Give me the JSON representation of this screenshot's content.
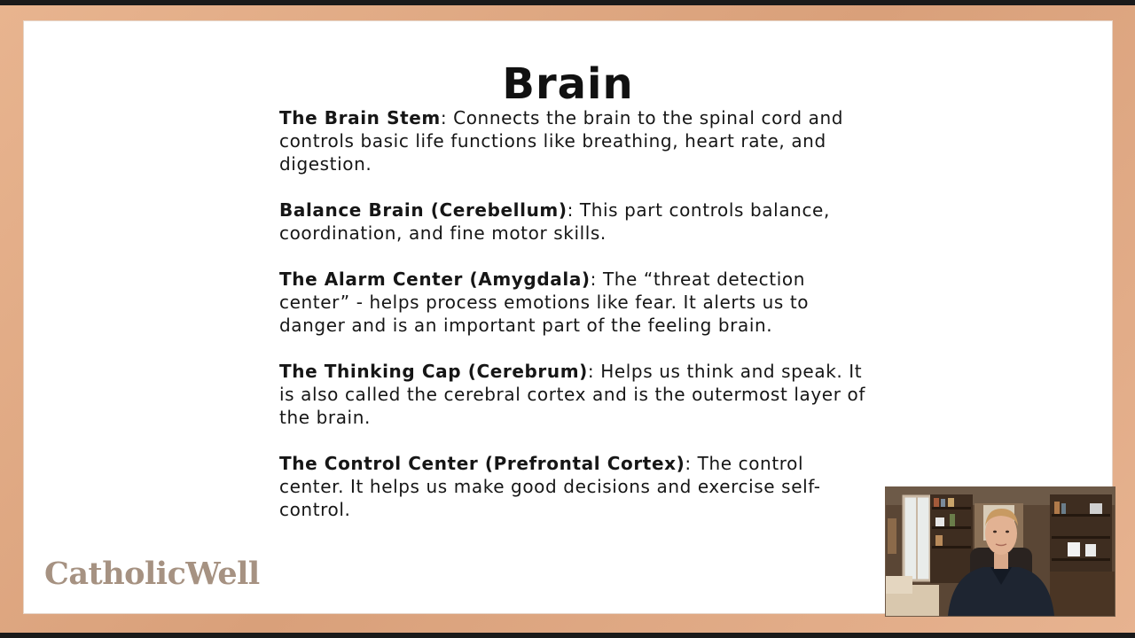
{
  "slide": {
    "title": "Brain",
    "items": [
      {
        "term": "The Brain Stem",
        "description": ": Connects the brain to the spinal cord and controls basic life functions like breathing, heart rate, and digestion."
      },
      {
        "term": "Balance Brain (Cerebellum)",
        "description": ": This part controls balance, coordination, and fine motor skills."
      },
      {
        "term": "The Alarm Center (Amygdala)",
        "description": ": The “threat detection center” - helps process emotions like fear. It alerts us to danger and is an important part of the feeling brain."
      },
      {
        "term": "The Thinking Cap (Cerebrum)",
        "description": ": Helps us think and speak. It is also called the cerebral cortex and is the outermost layer of the brain."
      },
      {
        "term": "The Control Center (Prefrontal Cortex)",
        "description": ": The control center. It helps us make good decisions and exercise self-control."
      }
    ]
  },
  "branding": {
    "logo_text": "CatholicWell"
  },
  "colors": {
    "frame": "#e0a882",
    "slide_background": "#ffffff",
    "logo": "#a69282",
    "text": "#161616"
  },
  "icons": {
    "webcam": "presenter-video-feed"
  }
}
